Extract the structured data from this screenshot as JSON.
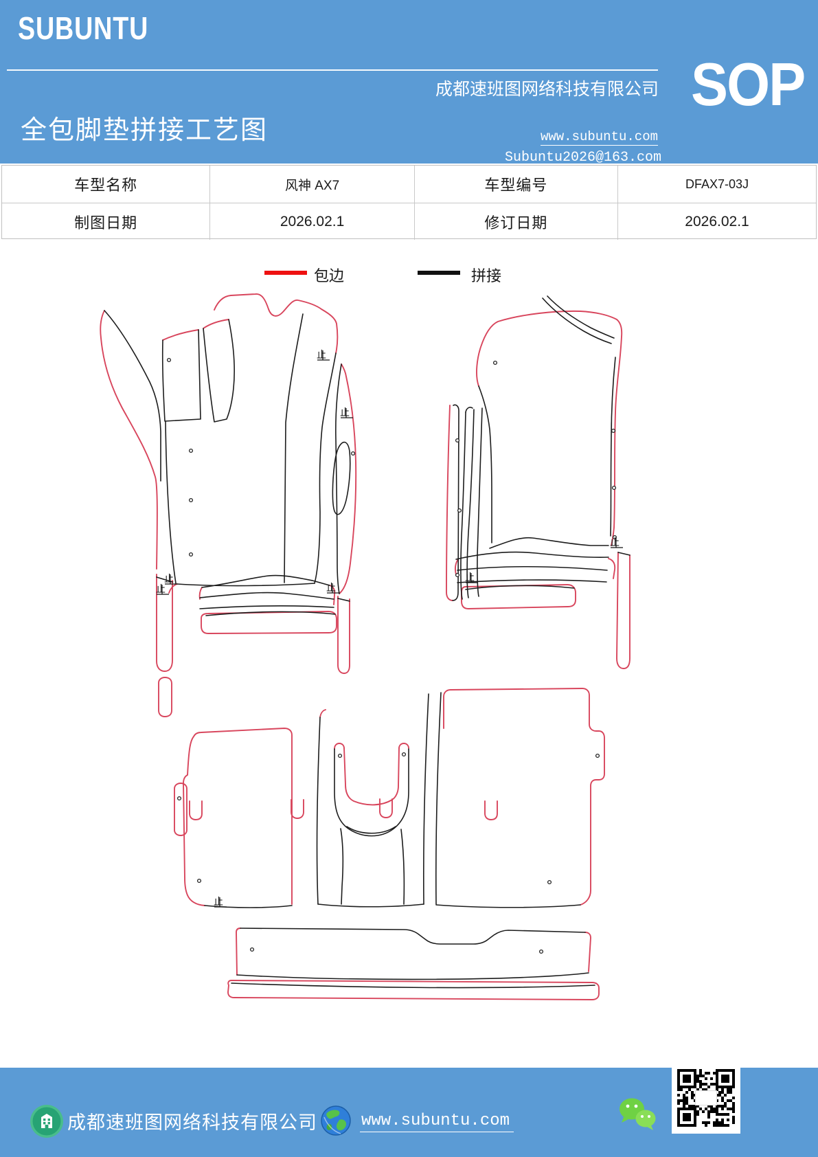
{
  "header": {
    "logo": "SUBUNTU",
    "company": "成都速班图网络科技有限公司",
    "title": "全包脚垫拼接工艺图",
    "website": "www.subuntu.com",
    "email": "Subuntu2026@163.com",
    "badge": "SOP",
    "bg_color": "#5b9bd5"
  },
  "info_table": {
    "model_label": "车型名称",
    "model_value": "风神 AX7",
    "code_label": "车型编号",
    "code_value": "DFAX7-03J",
    "draw_date_label": "制图日期",
    "draw_date_value": "2026.02.1",
    "revise_date_label": "修订日期",
    "revise_date_value": "2026.02.1"
  },
  "legend": {
    "edge_label": "包边",
    "edge_color": "#ee1111",
    "stitch_label": "拼接",
    "stitch_color": "#111111"
  },
  "drawings": {
    "stop_mark": "止",
    "edge_color": "#d8455c",
    "stitch_color": "#1c1c1c"
  },
  "footer": {
    "company": "成都速班图网络科技有限公司",
    "website": "www.subuntu.com",
    "bg_color": "#5b9bd5"
  }
}
